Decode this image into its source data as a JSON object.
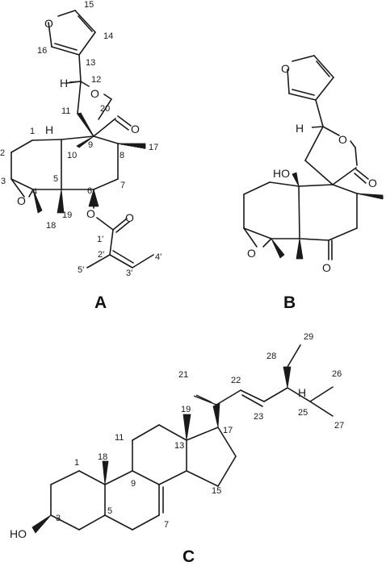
{
  "panels": {
    "a": "A",
    "b": "B",
    "c": "C"
  },
  "atoms": {
    "O": "O",
    "H": "H",
    "HO": "HO"
  },
  "numbering_a": {
    "n1": "1",
    "n2": "2",
    "n3": "3",
    "n4": "4",
    "n5": "5",
    "n6": "6",
    "n7": "7",
    "n8": "8",
    "n9": "9",
    "n10": "10",
    "n11": "11",
    "n12": "12",
    "n13": "13",
    "n14": "14",
    "n15": "15",
    "n16": "16",
    "n17": "17",
    "n18": "18",
    "n19": "19",
    "n20": "20",
    "n1p": "1'",
    "n2p": "2'",
    "n3p": "3'",
    "n4p": "4'",
    "n5p": "5'"
  },
  "numbering_c": {
    "n1": "1",
    "n3": "3",
    "n5": "5",
    "n7": "7",
    "n9": "9",
    "n11": "11",
    "n13": "13",
    "n15": "15",
    "n17": "17",
    "n18": "18",
    "n19": "19",
    "n21": "21",
    "n22": "22",
    "n23": "23",
    "n25": "25",
    "n26": "26",
    "n27": "27",
    "n28": "28",
    "n29": "29"
  }
}
